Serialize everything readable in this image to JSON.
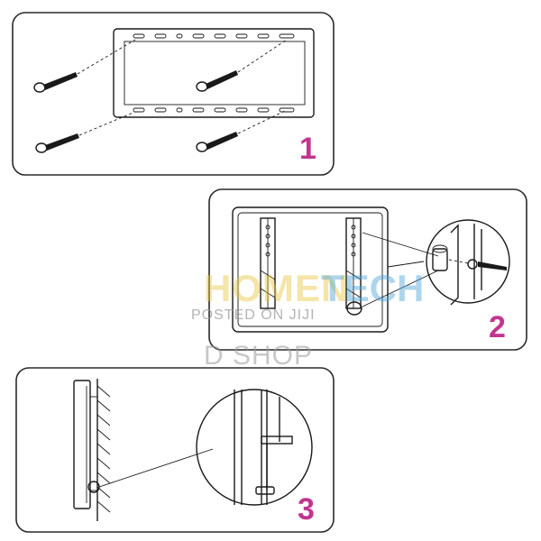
{
  "steps": [
    {
      "number": "1"
    },
    {
      "number": "2"
    },
    {
      "number": "3"
    }
  ],
  "watermarks": {
    "posted": "POSTED ON JIJI",
    "shop": "D SHOP"
  },
  "colors": {
    "step_number": "#c2358f",
    "watermark_yellow": "#e8c640",
    "watermark_blue": "#4da3d9",
    "line": "#1a1a1a"
  }
}
